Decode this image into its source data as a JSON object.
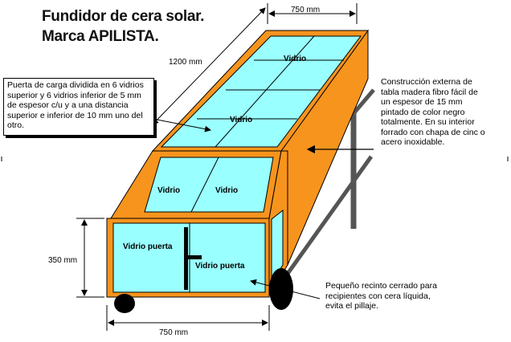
{
  "title": {
    "line1": "Fundidor de cera solar.",
    "line2": "Marca APILISTA."
  },
  "dimensions": {
    "top_width": "750 mm",
    "length": "1200 mm",
    "height": "350 mm",
    "bottom_width": "750 mm"
  },
  "glass_labels": {
    "roof_top": "Vidrio",
    "roof_middle": "Vidrio",
    "front_left": "Vidrio",
    "front_right": "Vidrio",
    "door_left": "Vidrio puerta",
    "door_right": "Vidrio puerta"
  },
  "callouts": {
    "loading_door": "Puerta de carga dividida en 6 vidrios superior y 6 vidrios inferior de 5 mm de espesor c/u y a una distancia superior e inferior de 10 mm uno del otro.",
    "construction": "Construcción externa de tabla madera fibro fácil de un espesor de 15 mm pintado de color negro totalmente. En su interior forrado con chapa de cinc o acero inoxidable.",
    "enclosure": "Pequeño recinto cerrado para recipientes con cera líquida, evita el pillaje."
  },
  "colors": {
    "frame": "#F7941D",
    "glass": "#99FFFF",
    "outline": "#000000"
  }
}
